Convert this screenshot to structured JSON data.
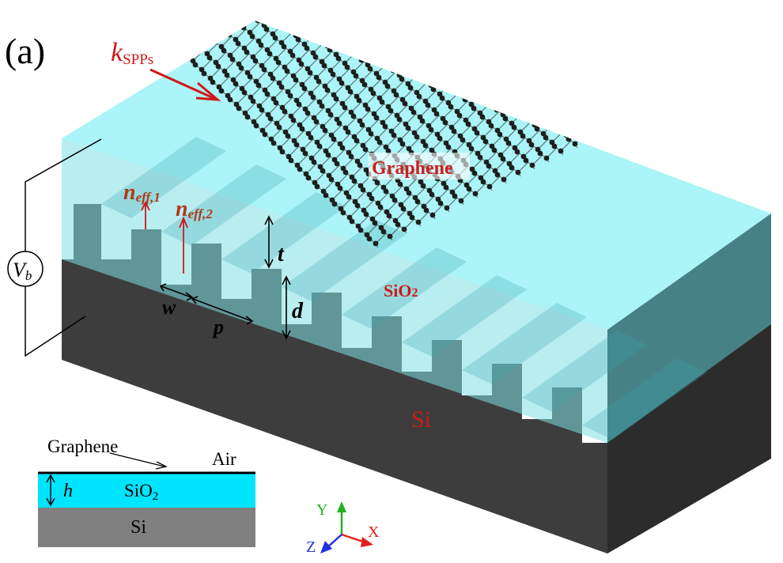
{
  "panel_label": "(a)",
  "k_label": {
    "main": "k",
    "sub": "SPPs"
  },
  "graphene_label": "Graphene",
  "sio2_label": {
    "main": "SiO",
    "sub": "2"
  },
  "si_label": "Si",
  "neff1": {
    "main": "n",
    "sub": "eff,1"
  },
  "neff2": {
    "main": "n",
    "sub": "eff,2"
  },
  "dim_t": "t",
  "dim_d": "d",
  "dim_w": "w",
  "dim_p": "p",
  "vb": {
    "main": "V",
    "sub": "b"
  },
  "inset": {
    "graphene": "Graphene",
    "air": "Air",
    "h": "h",
    "sio2": {
      "main": "SiO",
      "sub": "2"
    },
    "si": "Si"
  },
  "axes": {
    "x": "X",
    "y": "Y",
    "z": "Z"
  },
  "colors": {
    "si_front": "#404040",
    "si_side": "#2e2e2e",
    "si_top": "#6b6b6b",
    "oxide": "#7fe0e6",
    "graphene_atom": "#222222",
    "label_red": "#d01818",
    "label_brown": "#b03a1a",
    "inset_sio2": "#00e5ff",
    "inset_si": "#808080",
    "axis_x": "#e02020",
    "axis_y": "#20b020",
    "axis_z": "#2030e0"
  }
}
